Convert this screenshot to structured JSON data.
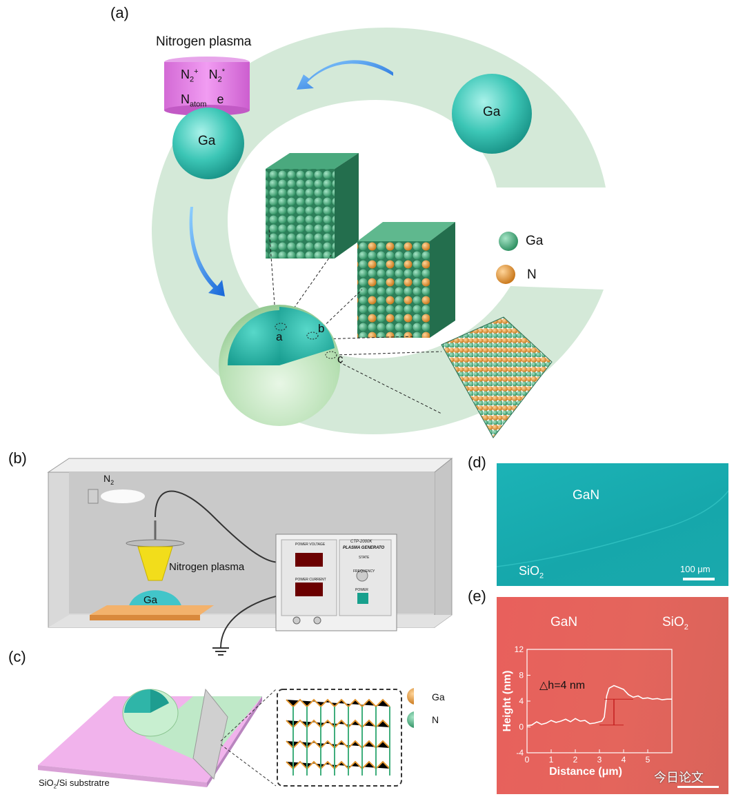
{
  "panel_a": {
    "label": "(a)",
    "plasma_title": "Nitrogen plasma",
    "ga_labels": [
      "Ga",
      "Ga"
    ],
    "zoom_labels": [
      "a",
      "b",
      "c"
    ],
    "legend": [
      {
        "text": "Ga",
        "color": "#3fae7c"
      },
      {
        "text": "N",
        "color": "#e3962f"
      }
    ]
  },
  "panel_b": {
    "label": "(b)",
    "gas": "N",
    "plasma": "Nitrogen plasma",
    "droplet": "Ga",
    "device_title": "CTP-2000K",
    "device_name": "PLASMA GENERATO",
    "power_voltage": "POWER VOLTAGE",
    "power_current": "POWER CURRENT",
    "state": "STATE",
    "frequency": "FREQUENCY",
    "power": "POWER"
  },
  "panel_c": {
    "label": "(c)",
    "substrate": "SiO",
    "substrate_rest": "/Si substratre",
    "legend": [
      {
        "text": "Ga",
        "color": "#e3962f"
      },
      {
        "text": "N",
        "color": "#3fae7c"
      }
    ]
  },
  "panel_d": {
    "label": "(d)",
    "gan": "GaN",
    "sio2": "SiO",
    "scale": "100 μm"
  },
  "panel_e": {
    "label": "(e)",
    "gan": "GaN",
    "sio2": "SiO",
    "annotation": "△h=4 nm",
    "watermark": "今日论文"
  },
  "chart_data": {
    "type": "line",
    "xlabel": "Distance (μm)",
    "ylabel": "Height (nm)",
    "xlim": [
      0,
      6
    ],
    "ylim": [
      -4,
      12
    ],
    "xticks": [
      0,
      1,
      2,
      3,
      4,
      5
    ],
    "yticks": [
      -4,
      0,
      4,
      8,
      12
    ],
    "x": [
      0,
      0.2,
      0.4,
      0.6,
      0.8,
      1.0,
      1.2,
      1.4,
      1.6,
      1.8,
      2.0,
      2.2,
      2.4,
      2.6,
      2.8,
      3.0,
      3.1,
      3.2,
      3.3,
      3.4,
      3.6,
      3.8,
      4.0,
      4.2,
      4.4,
      4.6,
      4.8,
      5.0,
      5.2,
      5.4,
      5.6,
      5.8,
      6.0
    ],
    "y": [
      0.2,
      0.3,
      0.8,
      0.4,
      0.6,
      1.0,
      0.7,
      0.9,
      1.2,
      0.8,
      1.3,
      0.9,
      1.0,
      0.5,
      0.6,
      0.8,
      0.9,
      1.5,
      4.8,
      6.0,
      6.4,
      6.1,
      5.8,
      5.0,
      4.6,
      4.8,
      4.4,
      4.5,
      4.3,
      4.4,
      4.2,
      4.3,
      4.3
    ]
  }
}
